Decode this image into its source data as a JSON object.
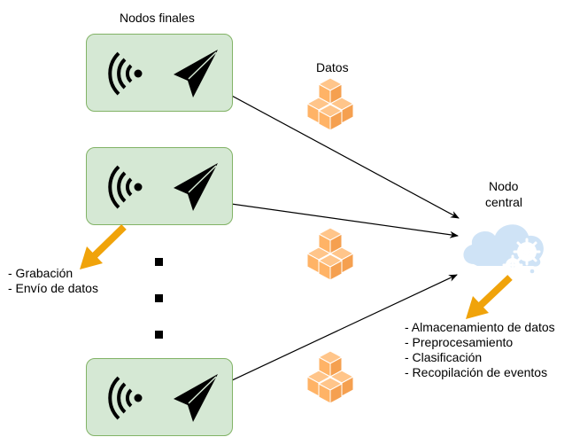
{
  "labels": {
    "end_nodes": "Nodos finales",
    "data": "Datos",
    "central_node_line1": "Nodo",
    "central_node_line2": "central"
  },
  "node_tasks": [
    "- Grabación",
    "- Envío de datos"
  ],
  "central_tasks": [
    "- Almacenamiento de datos",
    "- Preprocesamiento",
    "- Clasificación",
    "- Recopilación de eventos"
  ],
  "icons": {
    "node": [
      "wireless-signal-icon",
      "paper-plane-icon"
    ],
    "data": "cubes-icon",
    "central": "cloud-gears-icon",
    "pointer": "arrow-down-left-icon"
  },
  "colors": {
    "node_fill": "#d5e8d4",
    "node_border": "#82b366",
    "cube": "#ffb366",
    "cloud": "#cfe3f6",
    "arrow": "#f0a30a"
  }
}
